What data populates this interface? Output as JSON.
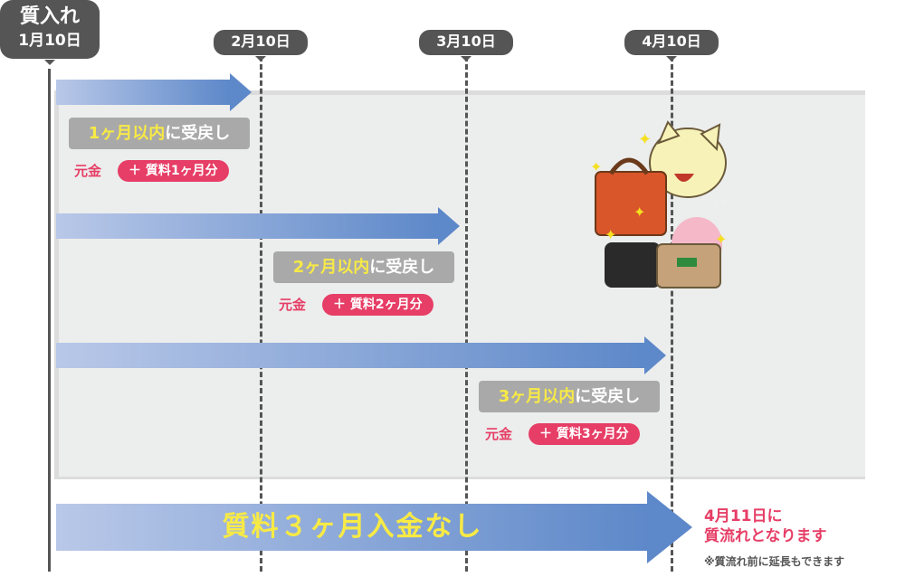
{
  "start": {
    "title": "質入れ",
    "date": "1月10日"
  },
  "dates": [
    "2月10日",
    "3月10日",
    "4月10日"
  ],
  "rows": [
    {
      "period": "1ヶ月以内",
      "suffix": "に受戻し",
      "principal": "元金",
      "fee": "＋ 質料1ヶ月分"
    },
    {
      "period": "2ヶ月以内",
      "suffix": "に受戻し",
      "principal": "元金",
      "fee": "＋ 質料2ヶ月分"
    },
    {
      "period": "3ヶ月以内",
      "suffix": "に受戻し",
      "principal": "元金",
      "fee": "＋ 質料3ヶ月分"
    }
  ],
  "final": {
    "arrow_text": "質料３ヶ月入金なし",
    "line1": "4月11日に",
    "line2": "質流れとなります",
    "note": "※質流れ前に延長もできます"
  },
  "colors": {
    "accent": "#e63e66",
    "arrow": "#5d88c9",
    "highlight": "#f8ea45",
    "tag": "#555555"
  }
}
